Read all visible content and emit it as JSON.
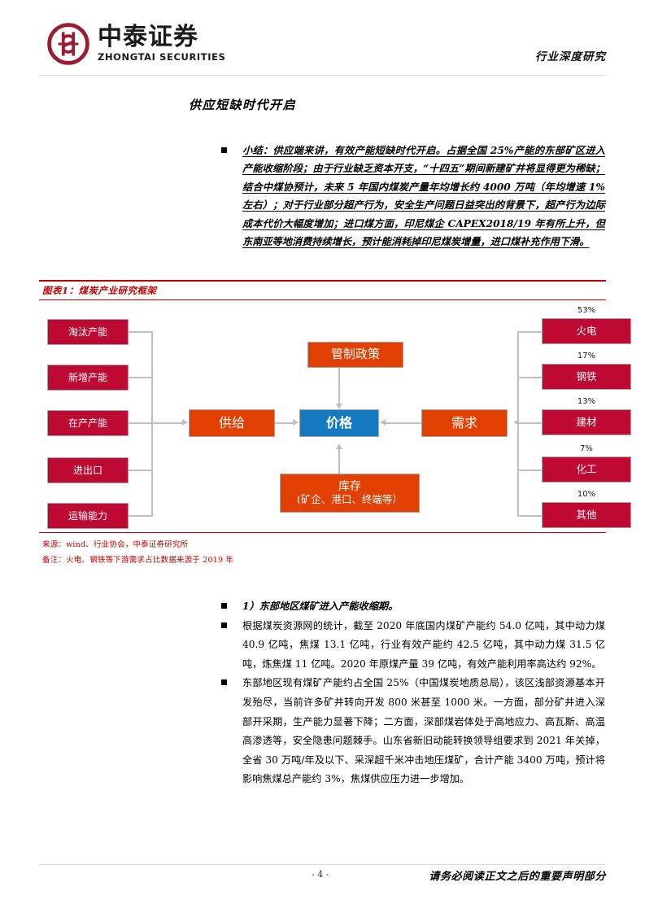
{
  "header": {
    "logo_cn": "中泰证券",
    "logo_en": "ZHONGTAI SECURITIES",
    "logo_icon": "zhongtai-circle-logo",
    "right_label": "行业深度研究"
  },
  "section": {
    "title": "供应短缺时代开启"
  },
  "summary": {
    "text": "小结：供应端来讲，有效产能短缺时代开启。占据全国 25%产能的东部矿区进入产能收缩阶段；由于行业缺乏资本开支，“十四五”期间新建矿井将显得更为稀缺；结合中煤协预计，未来 5 年国内煤炭产量年均增长约 4000 万吨（年均增速 1%左右）；对于行业部分超产行为，安全生产问题日益突出的背景下，超产行为边际成本代价大幅度增加；进口煤方面，印尼煤企 CAPEX2018/19 年有所上升，但东南亚等地消费持续增长，预计能消耗掉印尼煤炭增量，进口煤补充作用下滑。"
  },
  "figure": {
    "label": "图表1：煤炭产业研究框架",
    "source_note": "来源：wind、行业协会，中泰证券研究所",
    "remark_note": "备注：火电、钢铁等下游需求占比数据来源于 2019 年",
    "colors": {
      "crimson": "#BE0A33",
      "orange": "#E24000",
      "blue": "#1579C0",
      "connector": "#BFBFBF",
      "accent_red": "#C00000"
    },
    "supply_inputs": [
      {
        "label": "淘汰产能"
      },
      {
        "label": "新增产能"
      },
      {
        "label": "在产产能"
      },
      {
        "label": "进出口"
      },
      {
        "label": "运输能力"
      }
    ],
    "supply_node": {
      "label": "供给"
    },
    "price_node": {
      "label": "价格"
    },
    "demand_node": {
      "label": "需求"
    },
    "policy_node": {
      "label": "管制政策"
    },
    "inventory_node": {
      "label_line1": "库存",
      "label_line2": "(矿企、港口、终端等）"
    },
    "demand_sectors": [
      {
        "label": "火电",
        "pct": "53%"
      },
      {
        "label": "钢铁",
        "pct": "17%"
      },
      {
        "label": "建材",
        "pct": "13%"
      },
      {
        "label": "化工",
        "pct": "7%"
      },
      {
        "label": "其他",
        "pct": "10%"
      }
    ]
  },
  "body": {
    "p1": "1）东部地区煤矿进入产能收缩期。",
    "p2": "根据煤炭资源网的统计，截至 2020 年底国内煤矿产能约 54.0 亿吨，其中动力煤 40.9 亿吨，焦煤 13.1 亿吨，行业有效产能约 42.5 亿吨，其中动力煤 31.5 亿吨，炼焦煤 11 亿吨。2020 年原煤产量 39 亿吨，有效产能利用率高达约 92%。",
    "p3": "东部地区现有煤矿产能约占全国 25%（中国煤炭地质总局），该区浅部资源基本开发殆尽，当前许多矿井转向开发 800 米甚至 1000 米。一方面，部分矿井进入深部开采期，生产能力显著下降；二方面，深部煤岩体处于高地应力、高瓦斯、高温高渗透等，安全隐患问题棘手。山东省新旧动能转换领导组要求到 2021 年关掉，全省 30 万吨/年及以下、采深超千米冲击地压煤矿，合计产能 3400 万吨，预计将影响焦煤总产能约 3%，焦煤供应压力进一步增加。"
  },
  "footer": {
    "page_number": "- 4 -",
    "note": "请务必阅读正文之后的重要声明部分"
  }
}
